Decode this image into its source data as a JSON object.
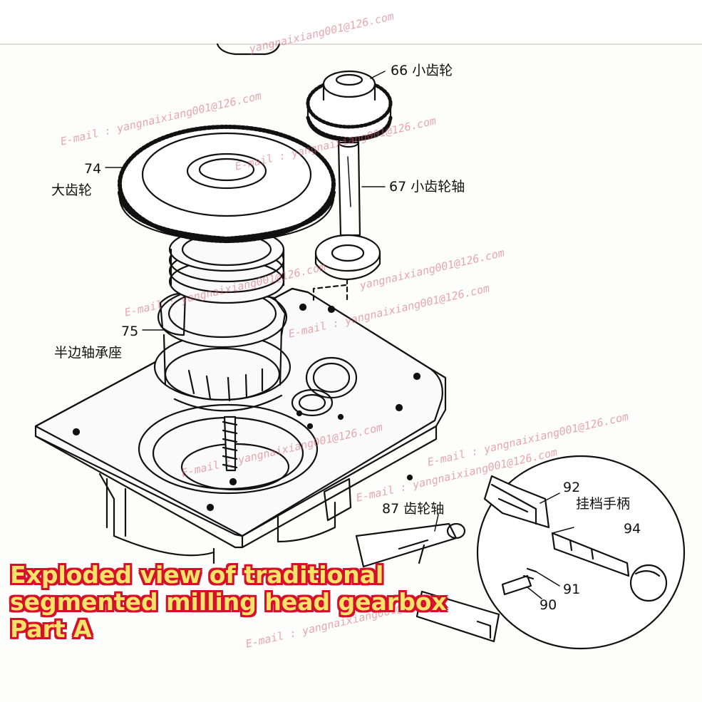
{
  "labels": {
    "part_66": "66 小齿轮",
    "part_74_num": "74",
    "part_74_name": "大齿轮",
    "part_67": "67 小齿轮轴",
    "part_75_num": "75",
    "part_75_name": "半边轴承座",
    "part_92_num": "92",
    "part_92_name": "挂档手柄",
    "part_94": "94",
    "part_87": "87 齿轮轴",
    "part_91": "91",
    "part_90": "90"
  },
  "watermark": {
    "texts": [
      "yangnaixiang001@126.com",
      "E-mail : yangnaixiang001@126.com",
      "E-mail : yangnaixiang001@126.com",
      "yangnaixiang001@126.com",
      "E-mail : yangnaixiang001@126.com",
      "E-mail : yangnaixiang001@126.com",
      "E-mail : yangnaixiang001@126.com",
      "E-mail : yangnaixiang001@126.com",
      "E-mail : yangnaixiang001@126.com",
      "E-mail : yangnaixiang001@126.com"
    ]
  },
  "caption": {
    "line1": "Exploded view of traditional",
    "line2": "segmented milling head gearbox",
    "line3": "Part A"
  },
  "colors": {
    "ink": "#111111",
    "caption_text": "#f6e36a",
    "caption_outline": "#d6102b",
    "watermark": "#d65f6e"
  }
}
